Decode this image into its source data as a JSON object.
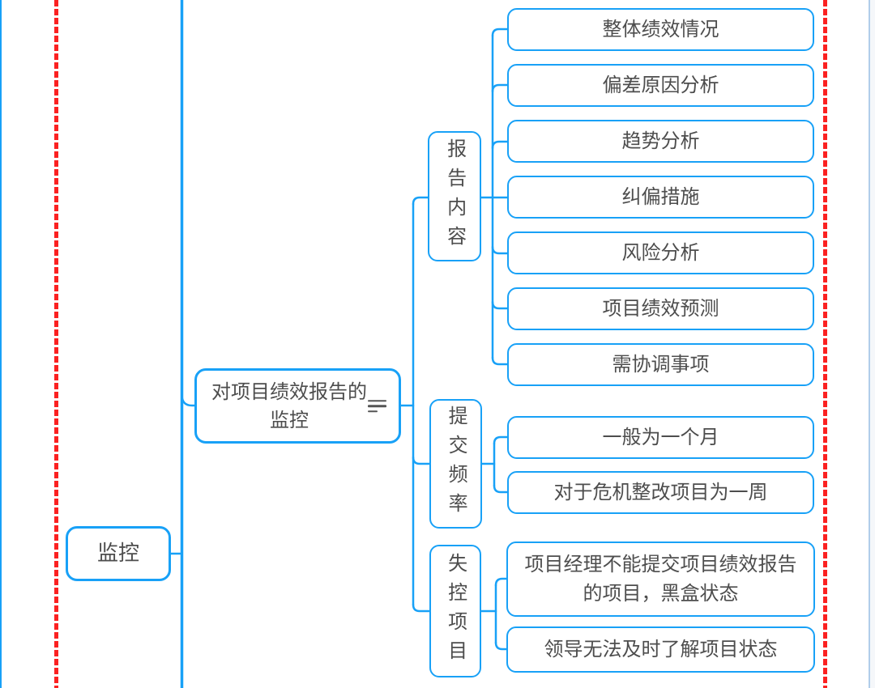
{
  "mindmap": {
    "root": {
      "label": "监控"
    },
    "topic": {
      "label": "对项目绩效报告的监控",
      "icon": "notes-icon"
    },
    "branches": [
      {
        "label": "报告内容",
        "children": [
          "整体绩效情况",
          "偏差原因分析",
          "趋势分析",
          "纠偏措施",
          "风险分析",
          "项目绩效预测",
          "需协调事项"
        ]
      },
      {
        "label": "提交频率",
        "children": [
          "一般为一个月",
          "对于危机整改项目为一周"
        ]
      },
      {
        "label": "失控项目",
        "children": [
          "项目经理不能提交项目绩效报告的项目，黑盒状态",
          "领导无法及时了解项目状态"
        ]
      }
    ]
  },
  "colors": {
    "branch": "#18a1f7",
    "text": "#4d4d4d",
    "page_break": "#fb2121",
    "panel_edge": "#b0cdea",
    "panel_bg": "#f5f7fa"
  }
}
